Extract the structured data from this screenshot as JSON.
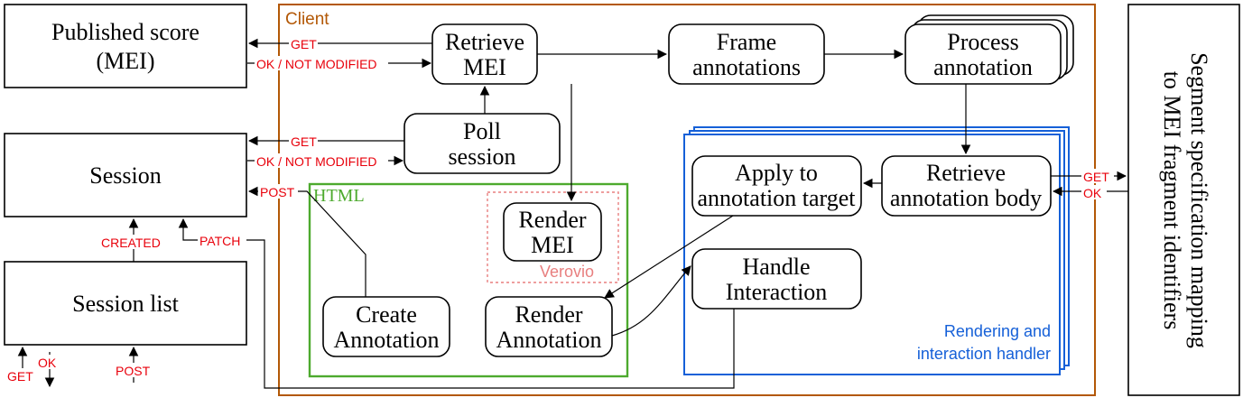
{
  "colors": {
    "client": "#b35806",
    "html": "#4daa2e",
    "handler": "#1560d8",
    "verovio": "#e87f7f",
    "label_red": "#e8000b"
  },
  "left": {
    "published_score": [
      "Published score",
      "(MEI)"
    ],
    "session": "Session",
    "session_list": "Session list"
  },
  "right_box": [
    "Segment specification mapping",
    "to MEI fragment identifiers"
  ],
  "groups": {
    "client": "Client",
    "html": "HTML",
    "verovio": "Verovio",
    "handler": [
      "Rendering and",
      "interaction handler"
    ]
  },
  "nodes": {
    "retrieve_mei": [
      "Retrieve",
      "MEI"
    ],
    "frame_annotations": [
      "Frame",
      "annotations"
    ],
    "process_annotation": [
      "Process",
      "annotation"
    ],
    "poll_session": [
      "Poll",
      "session"
    ],
    "render_mei": [
      "Render",
      "MEI"
    ],
    "create_annotation": [
      "Create",
      "Annotation"
    ],
    "render_annotation": [
      "Render",
      "Annotation"
    ],
    "apply_target": [
      "Apply to",
      "annotation target"
    ],
    "retrieve_body": [
      "Retrieve",
      "annotation body"
    ],
    "handle_interaction": [
      "Handle",
      "Interaction"
    ]
  },
  "edge_labels": {
    "get_score": "GET",
    "ok_score": "OK / NOT MODIFIED",
    "get_session": "GET",
    "ok_session": "OK / NOT MODIFIED",
    "post_session": "POST",
    "created": "CREATED",
    "patch": "PATCH",
    "list_get": "GET",
    "list_ok": "OK",
    "list_post": "POST",
    "body_get": "GET",
    "body_ok": "OK"
  }
}
